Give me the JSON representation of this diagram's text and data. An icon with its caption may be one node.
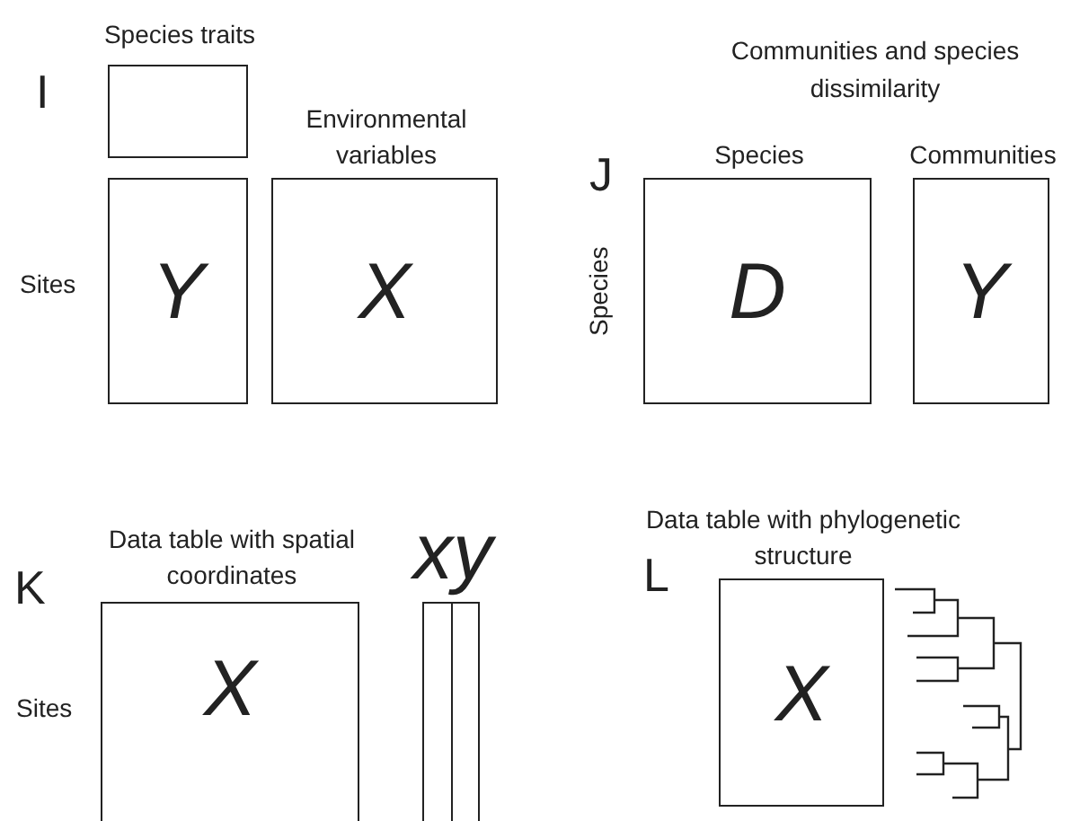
{
  "diagram": {
    "nodes": [
      {
        "text": [
          "Species traits"
        ]
      },
      {
        "text": [
          "Y"
        ],
        "beside": [
          "Sites"
        ]
      },
      {
        "text": [
          "Environmental variables",
          "X"
        ]
      },
      {
        "text": [
          "Species",
          "D"
        ],
        "beside": [
          "Species"
        ]
      },
      {
        "text": [
          "Communities",
          "Y"
        ]
      },
      {
        "text": [
          "Data table with spatial coordinates",
          "X"
        ],
        "beside": [
          "Sites"
        ]
      },
      {
        "text": [
          "xy"
        ]
      },
      {
        "text": [
          "Data table with phylogenetic structure",
          "X"
        ]
      }
    ],
    "edges": [],
    "labels": [
      "I",
      "Communities and species dissimilarity",
      "J",
      "K",
      "L"
    ]
  }
}
